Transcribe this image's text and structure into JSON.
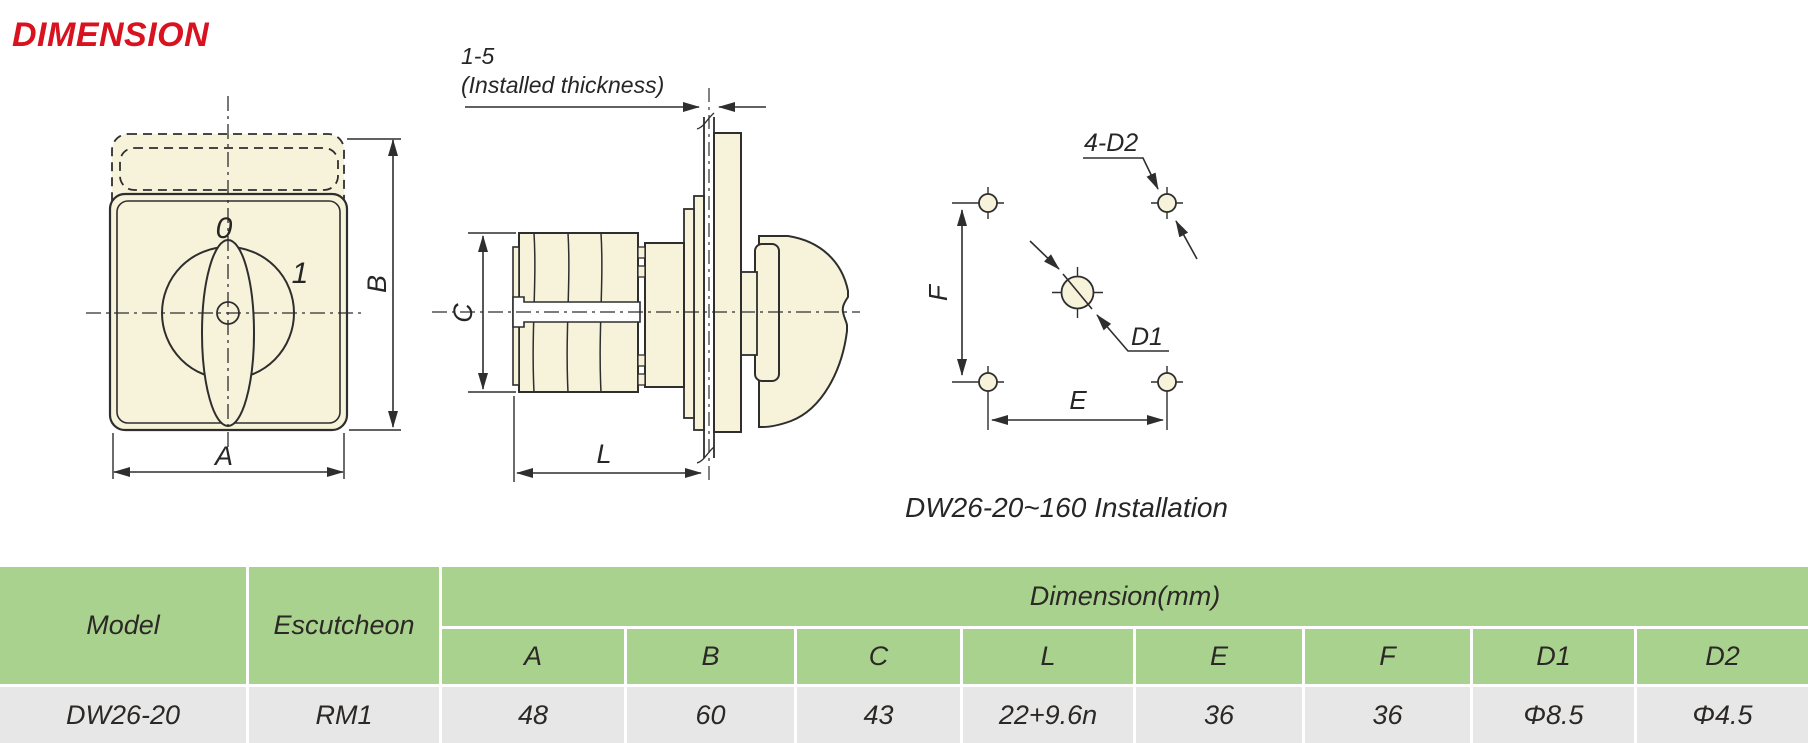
{
  "title": "DIMENSION",
  "colors": {
    "accent_red": "#d8121f",
    "drawing_fill": "#f7f3da",
    "line": "#2e2e2e",
    "table_header_green": "#a9d28f",
    "table_row_gray": "#e7e7e8"
  },
  "front_view": {
    "position_0": "0",
    "position_1": "1",
    "dim_a": "A",
    "dim_b": "B"
  },
  "side_view": {
    "thickness_value": "1-5",
    "thickness_note": "(Installed thickness)",
    "dim_c": "C",
    "dim_l": "L"
  },
  "installation": {
    "corner_holes_label": "4-D2",
    "center_hole_label": "D1",
    "dim_e": "E",
    "dim_f": "F",
    "caption": "DW26-20~160 Installation"
  },
  "table": {
    "header_model": "Model",
    "header_escutcheon": "Escutcheon",
    "header_dimension": "Dimension(mm)",
    "dim_columns": [
      "A",
      "B",
      "C",
      "L",
      "E",
      "F",
      "D1",
      "D2"
    ],
    "rows": [
      {
        "model": "DW26-20",
        "escutcheon": "RM1",
        "values": [
          "48",
          "60",
          "43",
          "22+9.6n",
          "36",
          "36",
          "Φ8.5",
          "Φ4.5"
        ]
      }
    ]
  }
}
